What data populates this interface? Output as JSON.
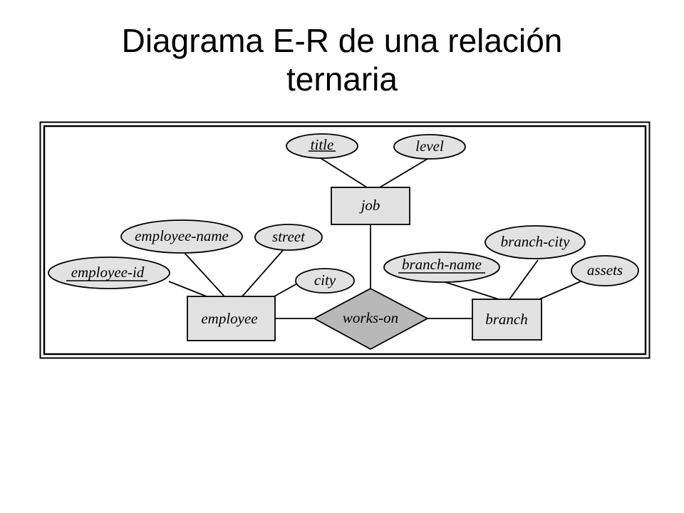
{
  "title": {
    "line1": "Diagrama E-R de una relación",
    "line2": "ternaria"
  },
  "diagram": {
    "entities": {
      "job": "job",
      "employee": "employee",
      "branch": "branch"
    },
    "relationship": "works-on",
    "attributes": {
      "title": "title",
      "level": "level",
      "employee_name": "employee-name",
      "street": "street",
      "employee_id": "employee-id",
      "city": "city",
      "branch_city": "branch-city",
      "branch_name": "branch-name",
      "assets": "assets"
    },
    "primary_keys": [
      "title",
      "employee-id",
      "branch-name"
    ],
    "colors": {
      "fill": "#e2e2e2",
      "relationship_fill": "#b8b8b8",
      "stroke": "#000000"
    }
  }
}
